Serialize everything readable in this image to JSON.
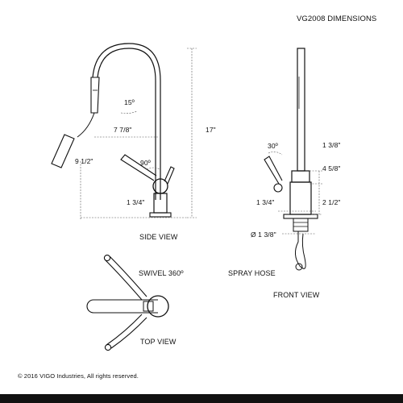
{
  "title": "VG2008 DIMENSIONS",
  "side_view": {
    "caption": "SIDE VIEW",
    "dim_angle_top": "15º",
    "dim_reach": "7 7/8\"",
    "dim_height": "17\"",
    "dim_handle_len": "9 1/2\"",
    "dim_handle_angle": "90º",
    "dim_base": "1 3/4\""
  },
  "front_view": {
    "caption": "FRONT VIEW",
    "dim_angle": "30º",
    "dim_top": "1 3/8\"",
    "dim_mid": "4 5/8\"",
    "dim_base_width": "1 3/4\"",
    "dim_base_height": "2 1/2\"",
    "dim_hole": "Ø 1 3/8\"",
    "spray_hose": "SPRAY HOSE"
  },
  "top_view": {
    "caption": "TOP VIEW",
    "swivel": "SWIVEL 360º"
  },
  "copyright": "© 2016 VIGO Industries, All rights reserved."
}
